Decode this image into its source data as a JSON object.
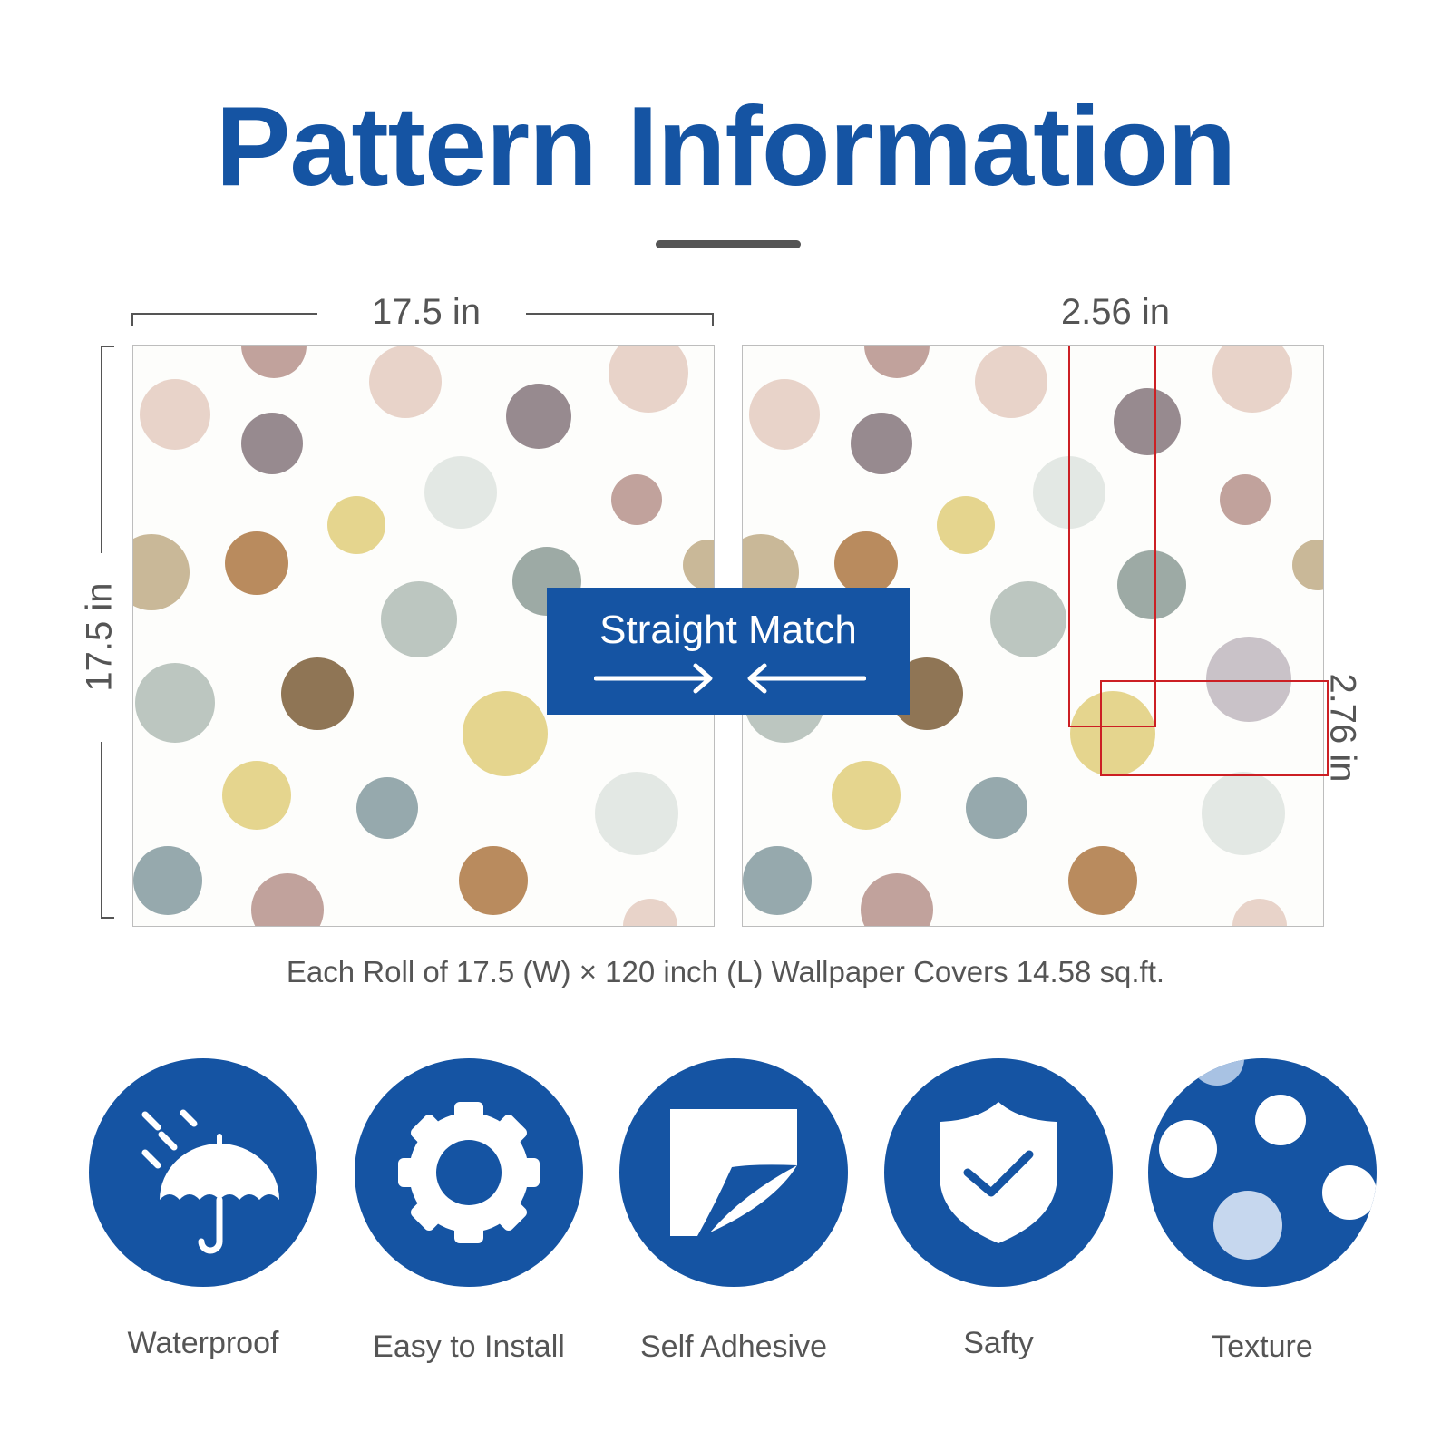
{
  "title": "Pattern Information",
  "colors": {
    "brand_blue": "#1554a3",
    "text_gray": "#555555",
    "highlight_red": "#cc1f24"
  },
  "dimensions": {
    "width_label": "17.5 in",
    "height_label": "17.5 in",
    "repeat_horizontal_label": "2.56 in",
    "repeat_vertical_label": "2.76 in"
  },
  "match": {
    "label": "Straight Match",
    "icon": "arrows-pointing-inward-icon"
  },
  "caption": "Each Roll of 17.5 (W) × 120 inch (L) Wallpaper Covers 14.58 sq.ft.",
  "features": [
    {
      "label": "Waterproof",
      "icon": "umbrella-rain-icon"
    },
    {
      "label": "Easy to Install",
      "icon": "gear-icon"
    },
    {
      "label": "Self Adhesive",
      "icon": "peeling-sticker-icon"
    },
    {
      "label": "Safty",
      "icon": "shield-check-icon"
    },
    {
      "label": "Texture",
      "icon": "dots-texture-icon"
    }
  ],
  "pattern_colors": [
    "#e8d3c9",
    "#978a8f",
    "#e5d58e",
    "#b98b5e",
    "#c9b898",
    "#bcc6c0",
    "#8f7555",
    "#e3e8e4",
    "#c1a29c",
    "#9daaa5",
    "#96a9ad",
    "#c9c2c8"
  ]
}
